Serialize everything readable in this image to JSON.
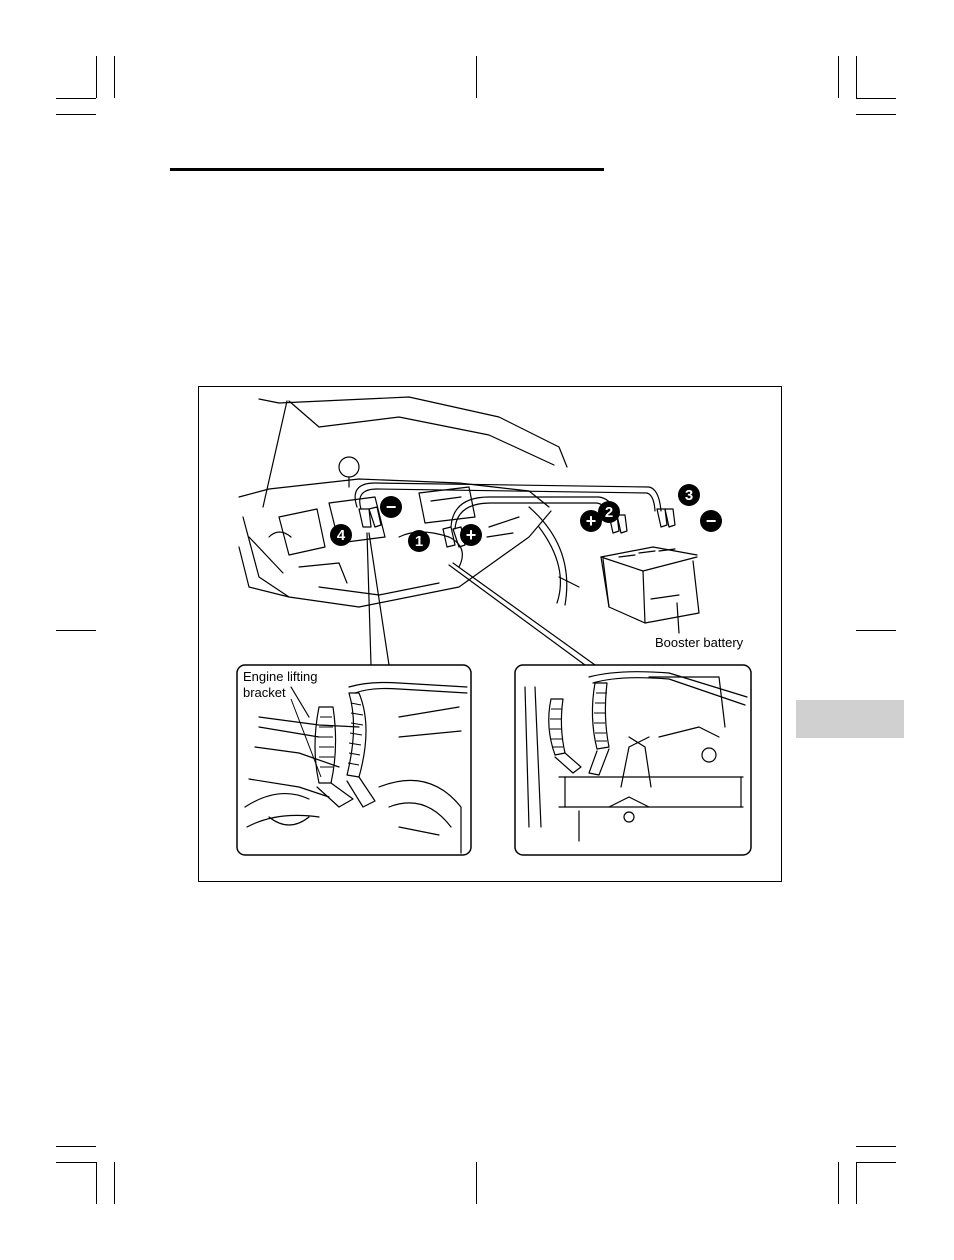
{
  "figure": {
    "labels": {
      "booster_battery": "Booster battery",
      "engine_lifting_line1": "Engine lifting",
      "engine_lifting_line2": "bracket"
    },
    "callouts": [
      "1",
      "2",
      "3",
      "4"
    ],
    "polarity": {
      "plus": "+",
      "minus": "−"
    }
  },
  "colors": {
    "ink": "#000000",
    "tab": "#d0d0d0"
  }
}
